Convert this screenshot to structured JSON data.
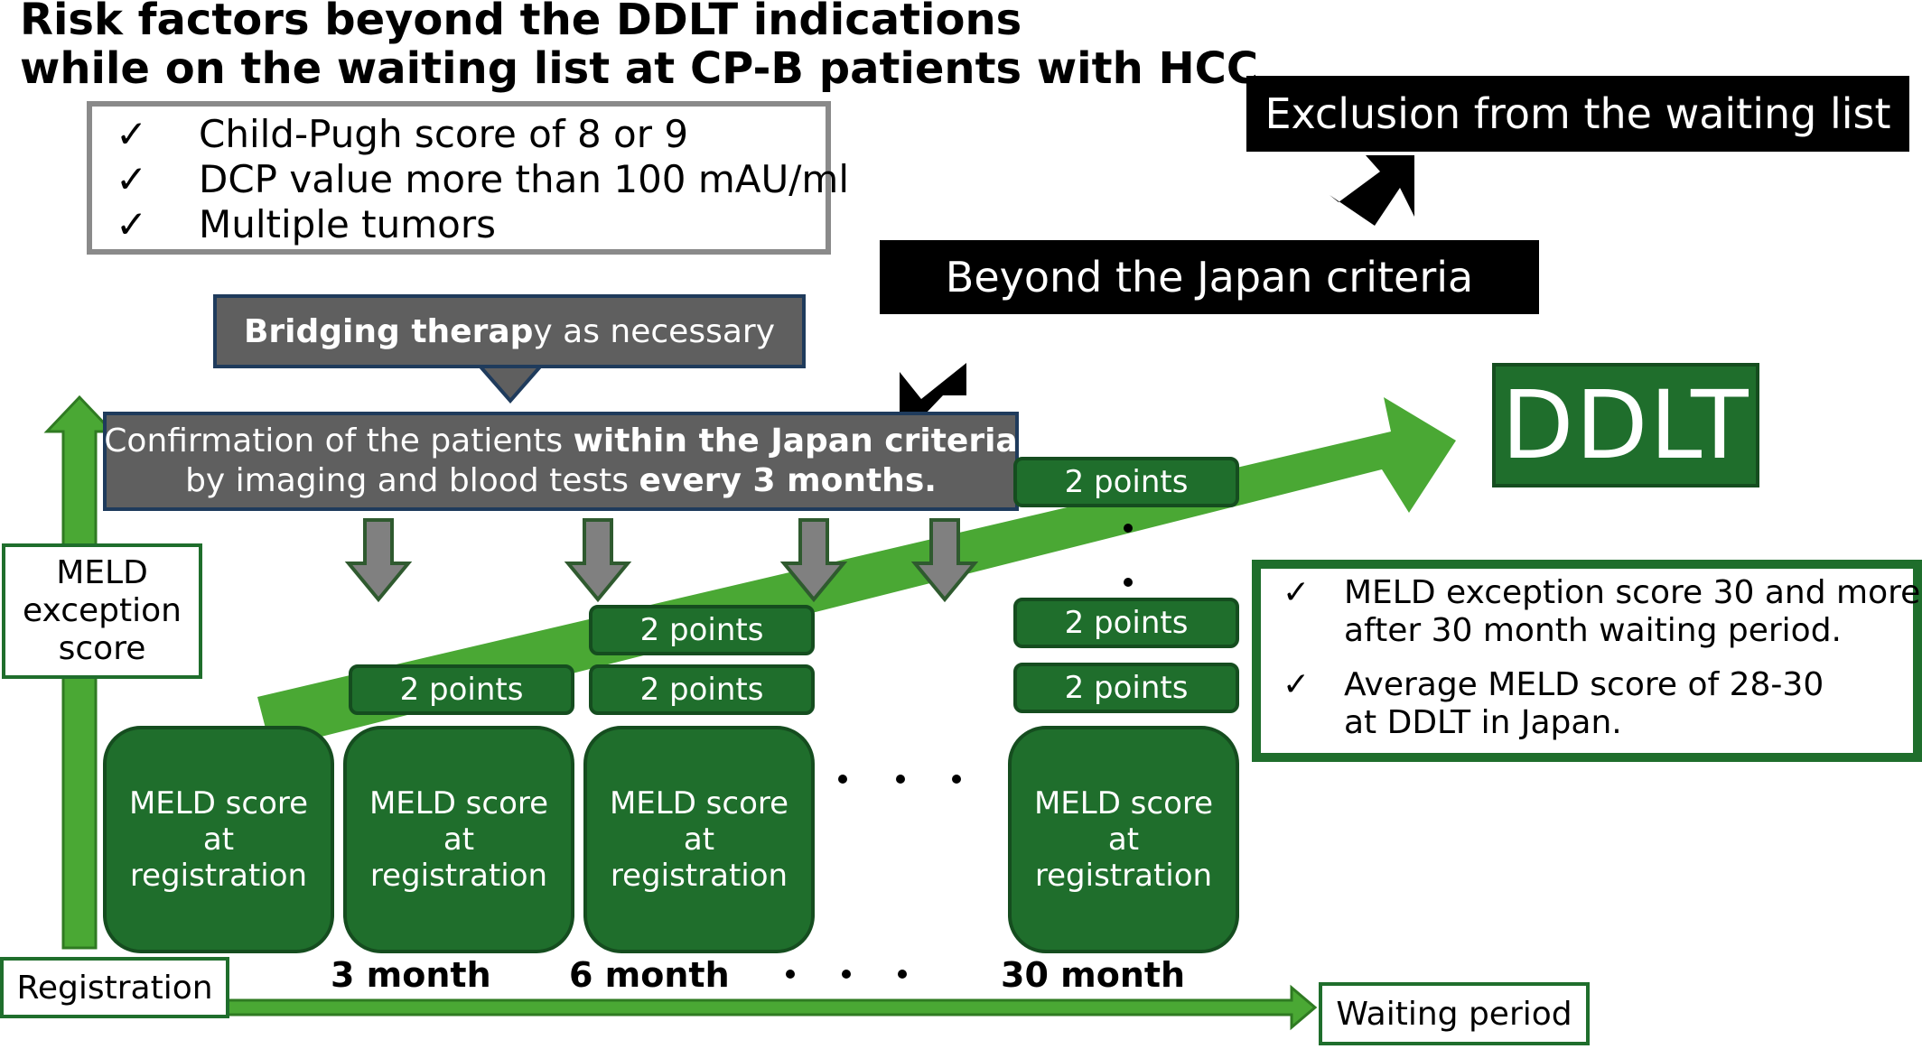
{
  "title": {
    "line1": "Risk factors beyond the DDLT indications",
    "line2": "while on the waiting list at CP-B patients with HCC"
  },
  "risk_factors": [
    {
      "mark": "✓",
      "text": "Child-Pugh score of 8 or 9"
    },
    {
      "mark": "✓",
      "text": "DCP value more than 100 mAU/ml"
    },
    {
      "mark": "✓",
      "text": "Multiple tumors"
    }
  ],
  "exclusion": "Exclusion from the waiting list",
  "beyond_criteria": "Beyond the Japan criteria",
  "bridging": {
    "bold": "Bridging therap",
    "rest": "y as necessary"
  },
  "confirmation": {
    "line1_plain": "Confirmation of the patients ",
    "line1_bold": "within the Japan criteria",
    "line2_plain": "by imaging and blood tests ",
    "line2_bold": "every 3 months."
  },
  "ddlt": "DDLT",
  "meld_exception_label": [
    "MELD",
    "exception",
    "score"
  ],
  "points_label": "2 points",
  "meld_card": [
    "MELD score",
    "at",
    "registration"
  ],
  "months": [
    "3 month",
    "6 month",
    "30 month"
  ],
  "registration": "Registration",
  "waiting_period": "Waiting period",
  "notes": [
    {
      "mark": "✓",
      "lines": [
        "MELD exception score 30 and more",
        "after 30 month waiting period."
      ]
    },
    {
      "mark": "✓",
      "lines": [
        "Average MELD score of 28-30",
        "at DDLT in Japan."
      ]
    }
  ],
  "colors": {
    "dark_green": "#1f6e2c",
    "light_green": "#4aa834",
    "gray_box": "#5f5f5f",
    "gray_border": "#8a8a8a",
    "black": "#000000"
  }
}
